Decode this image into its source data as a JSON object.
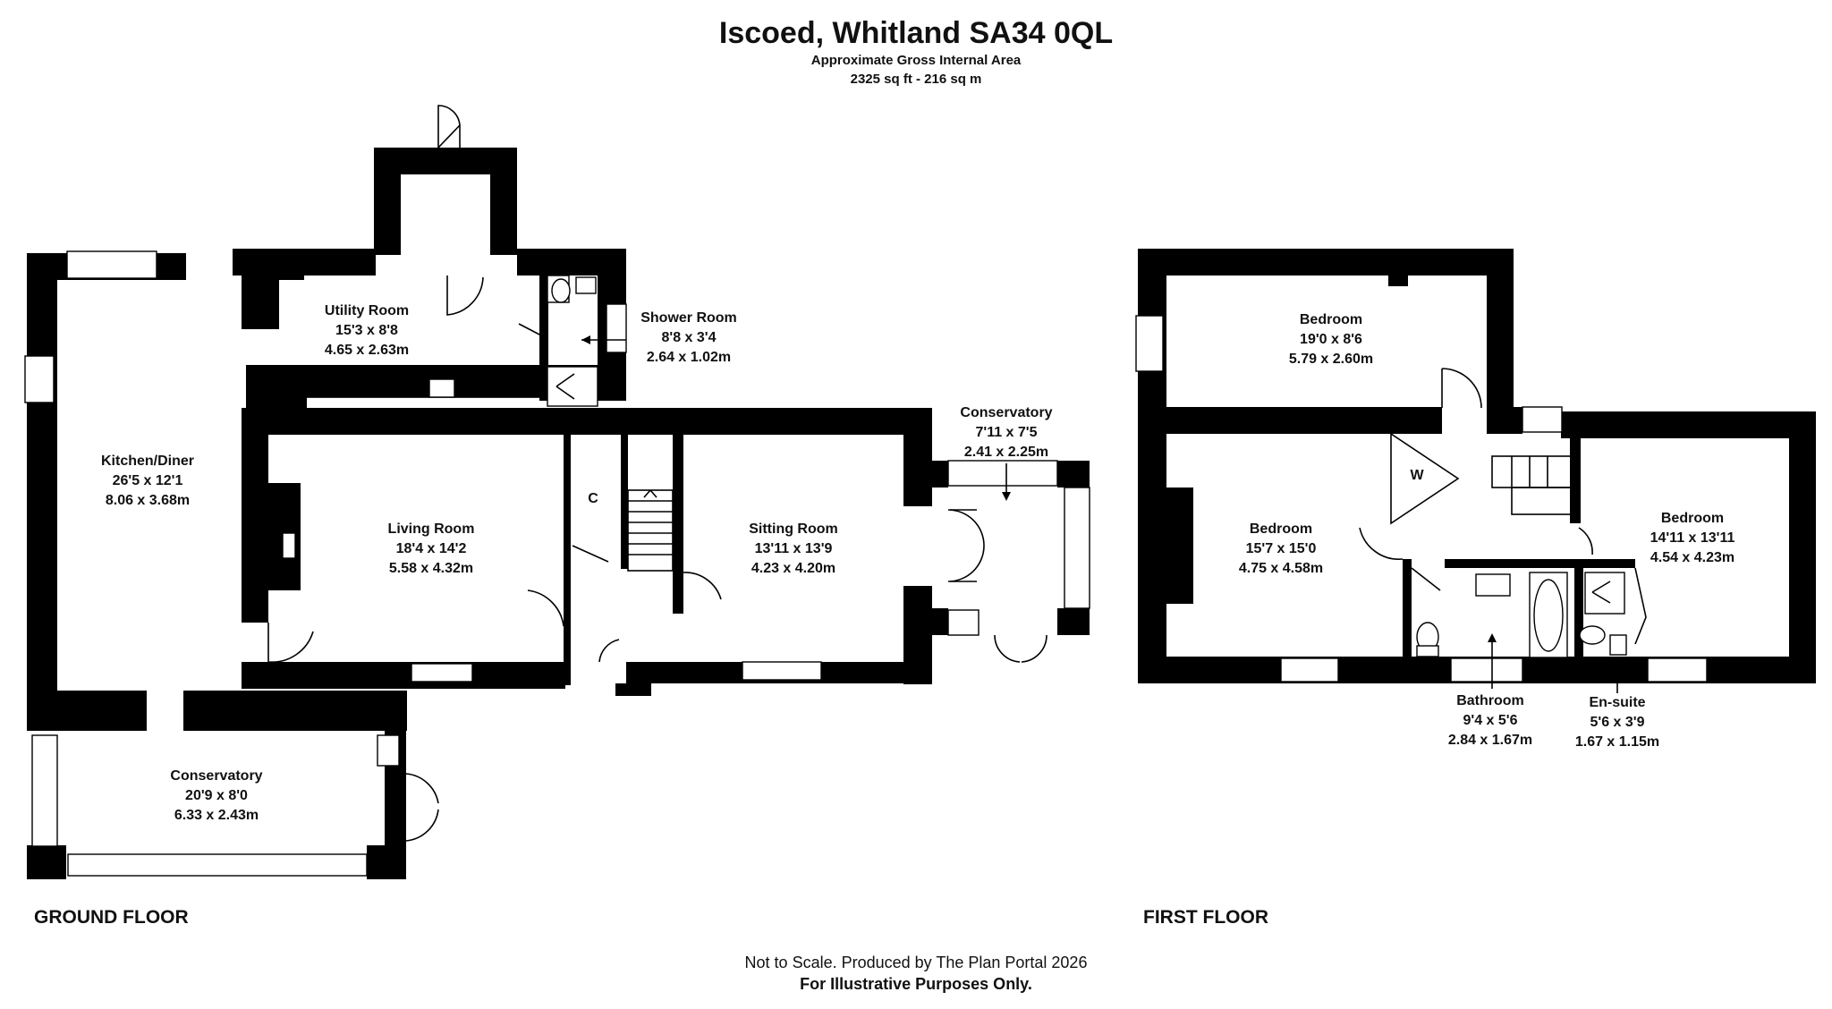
{
  "header": {
    "title": "Iscoed, Whitland SA34 0QL",
    "area_label": "Approximate Gross Internal Area",
    "area_value": "2325 sq ft - 216 sq m"
  },
  "floors": {
    "ground": {
      "label": "GROUND FLOOR",
      "rooms": [
        {
          "name": "Utility Room",
          "imperial": "15'3 x 8'8",
          "metric": "4.65 x 2.63m"
        },
        {
          "name": "Shower Room",
          "imperial": "8'8 x 3'4",
          "metric": "2.64 x 1.02m"
        },
        {
          "name": "Kitchen/Diner",
          "imperial": "26'5 x 12'1",
          "metric": "8.06 x 3.68m"
        },
        {
          "name": "Living Room",
          "imperial": "18'4 x 14'2",
          "metric": "5.58 x 4.32m"
        },
        {
          "name": "Sitting Room",
          "imperial": "13'11 x 13'9",
          "metric": "4.23 x 4.20m"
        },
        {
          "name": "Conservatory",
          "imperial": "7'11 x 7'5",
          "metric": "2.41 x 2.25m"
        },
        {
          "name": "Conservatory",
          "imperial": "20'9 x 8'0",
          "metric": "6.33 x 2.43m"
        }
      ],
      "cupboard_label": "C"
    },
    "first": {
      "label": "FIRST FLOOR",
      "rooms": [
        {
          "name": "Bedroom",
          "imperial": "19'0 x 8'6",
          "metric": "5.79 x 2.60m"
        },
        {
          "name": "Bedroom",
          "imperial": "15'7 x 15'0",
          "metric": "4.75 x 4.58m"
        },
        {
          "name": "Bedroom",
          "imperial": "14'11 x 13'11",
          "metric": "4.54 x 4.23m"
        },
        {
          "name": "Bathroom",
          "imperial": "9'4 x 5'6",
          "metric": "2.84 x 1.67m"
        },
        {
          "name": "En-suite",
          "imperial": "5'6 x 3'9",
          "metric": "1.67 x 1.15m"
        }
      ],
      "wardrobe_label": "W"
    }
  },
  "footer": {
    "line1": "Not to Scale. Produced by The Plan Portal 2026",
    "line2": "For Illustrative Purposes Only."
  }
}
